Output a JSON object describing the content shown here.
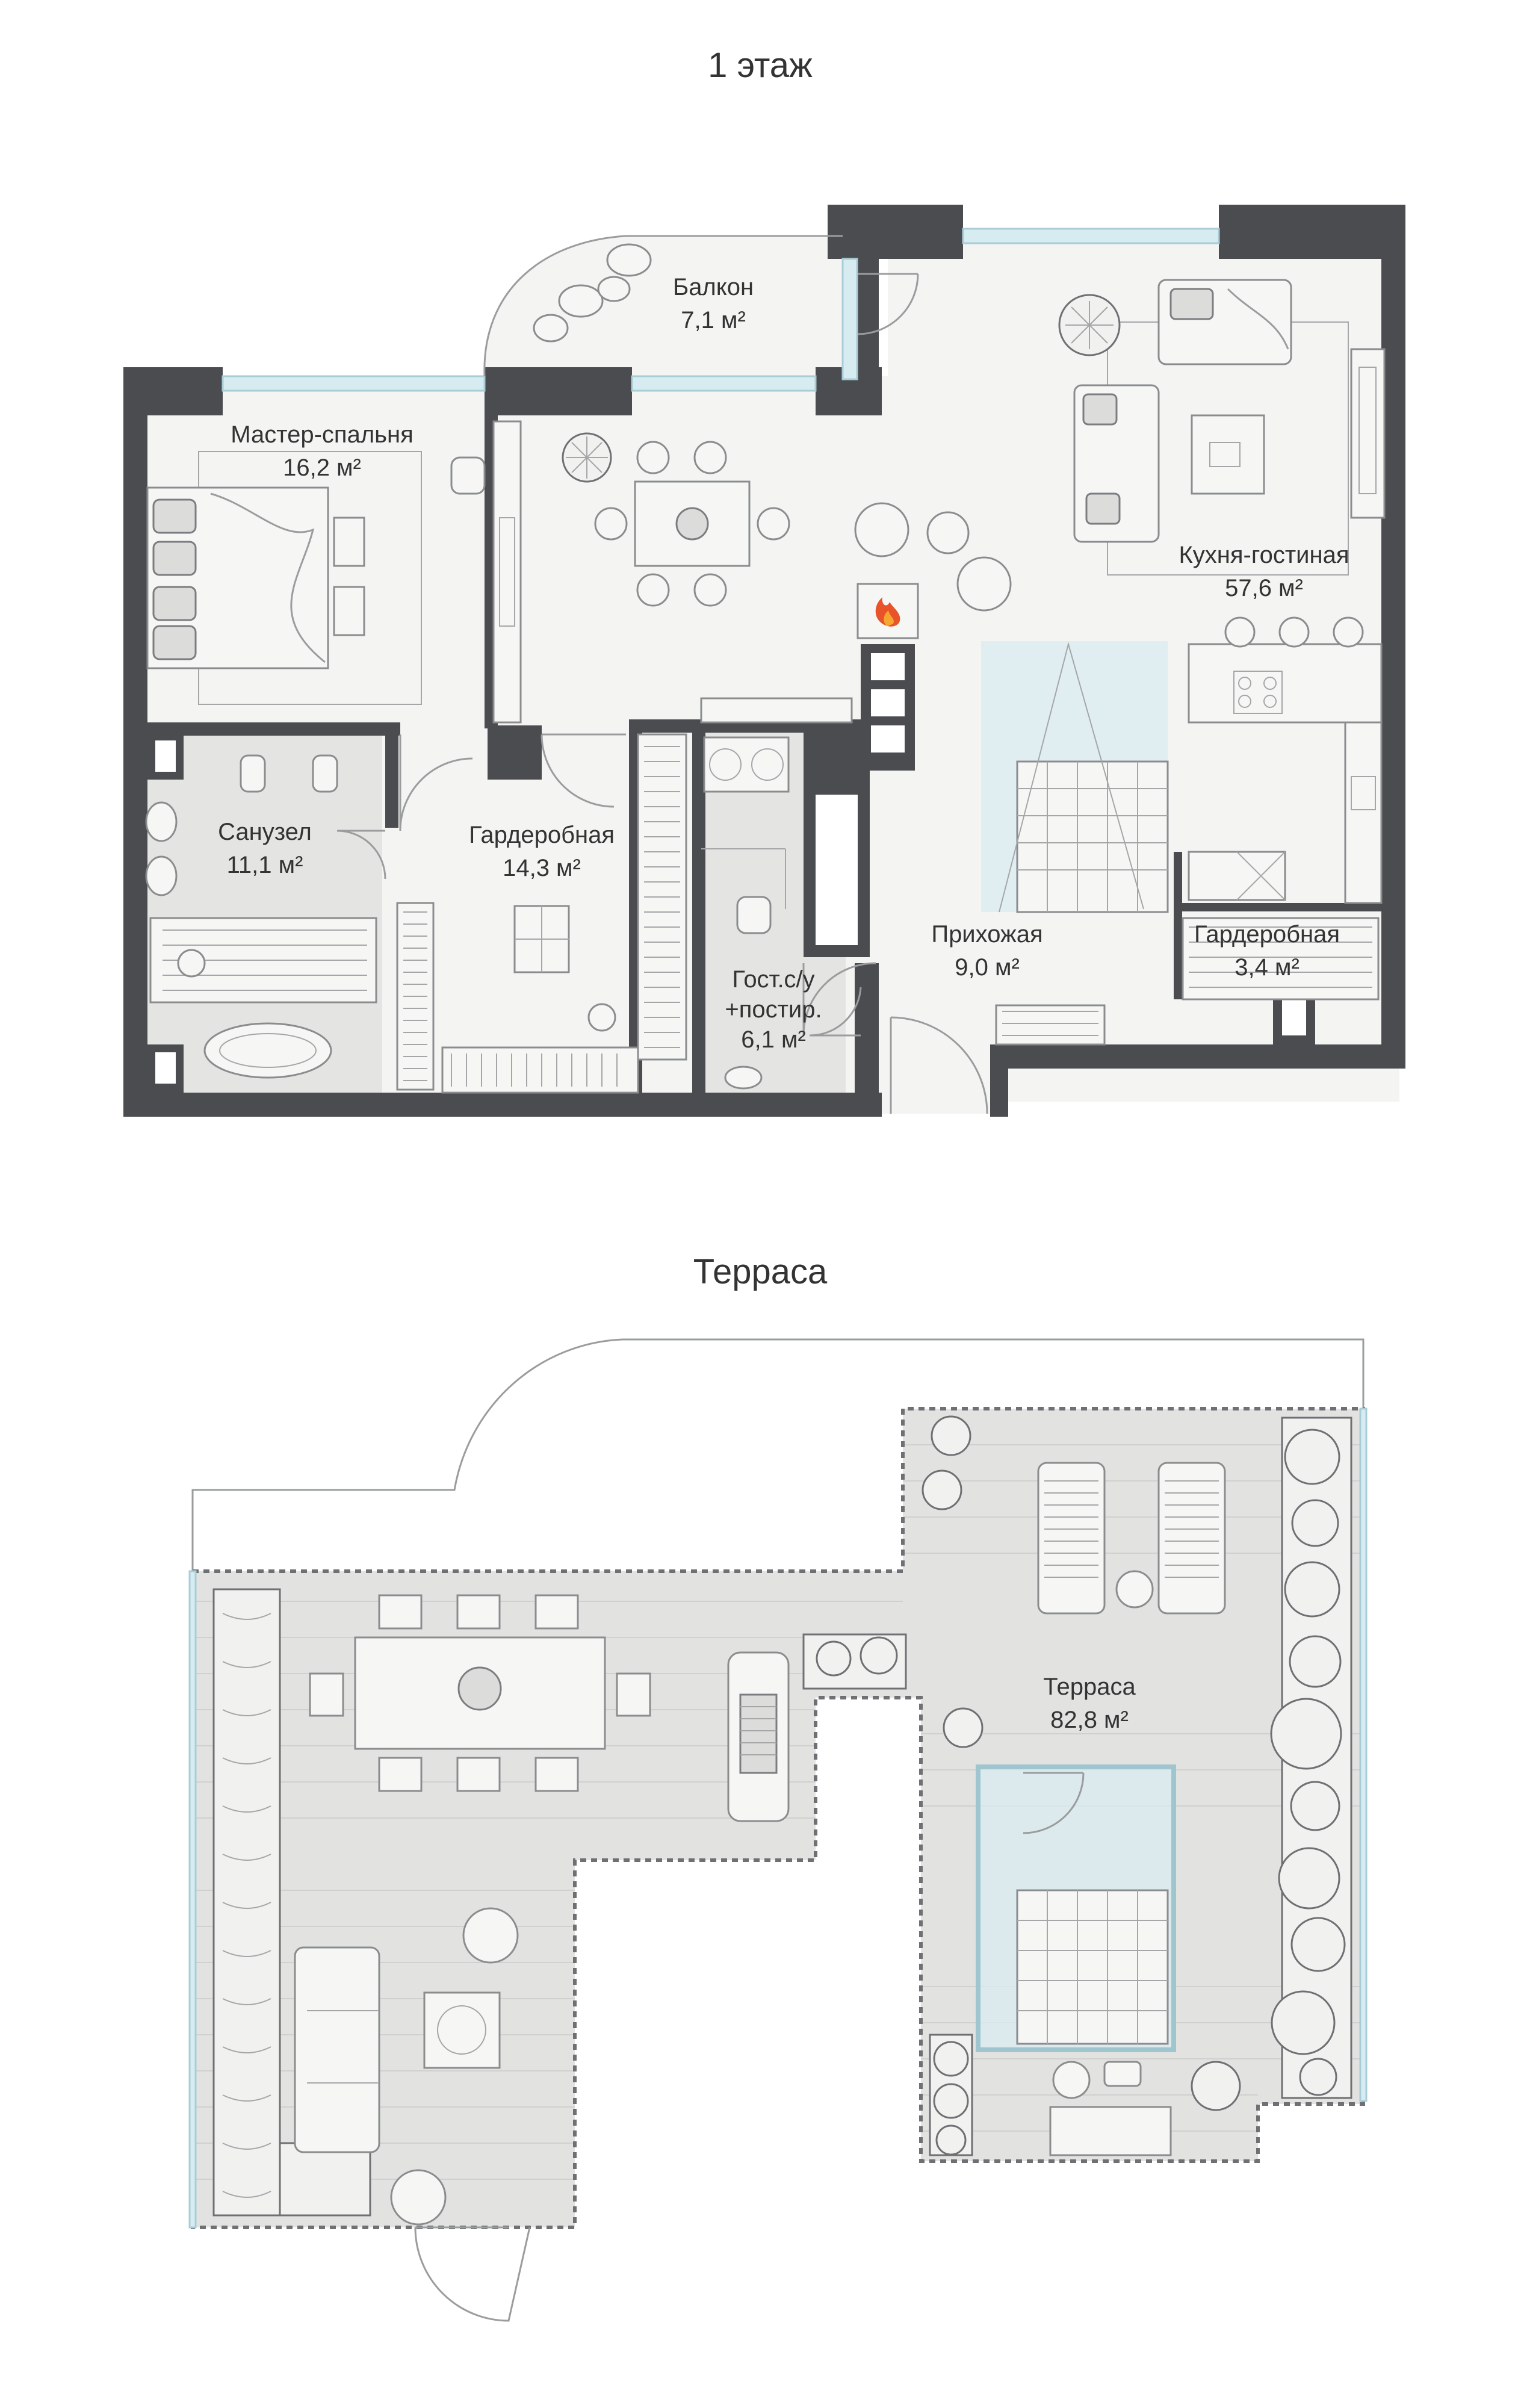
{
  "floor1": {
    "title": "1 этаж",
    "rooms": {
      "balcony": {
        "name": "Балкон",
        "area": "7,1 м²"
      },
      "master_bedroom": {
        "name": "Мастер-спальня",
        "area": "16,2 м²"
      },
      "kitchen_living": {
        "name": "Кухня-гостиная",
        "area": "57,6 м²"
      },
      "bathroom": {
        "name": "Санузел",
        "area": "11,1 м²"
      },
      "wardrobe_big": {
        "name": "Гардеробная",
        "area": "14,3 м²"
      },
      "guest_wc": {
        "name1": "Гост.с/у",
        "name2": "+постир.",
        "area": "6,1 м²"
      },
      "hallway": {
        "name": "Прихожая",
        "area": "9,0 м²"
      },
      "wardrobe_small": {
        "name": "Гардеробная",
        "area": "3,4 м²"
      }
    }
  },
  "terrace": {
    "title": "Терраса",
    "room": {
      "name": "Терраса",
      "area": "82,8 м²"
    }
  },
  "icons": [
    "fireplace-icon",
    "staircase-icon",
    "plant-icon",
    "bed-icon",
    "sofa-icon",
    "dining-table-icon",
    "bathtub-icon",
    "sun-lounger-icon",
    "grill-icon"
  ],
  "colors": {
    "wall": "#4a4c50",
    "glass": "#d6ecf1",
    "deck": "#e2e3e1",
    "fire": "#e8532a"
  }
}
